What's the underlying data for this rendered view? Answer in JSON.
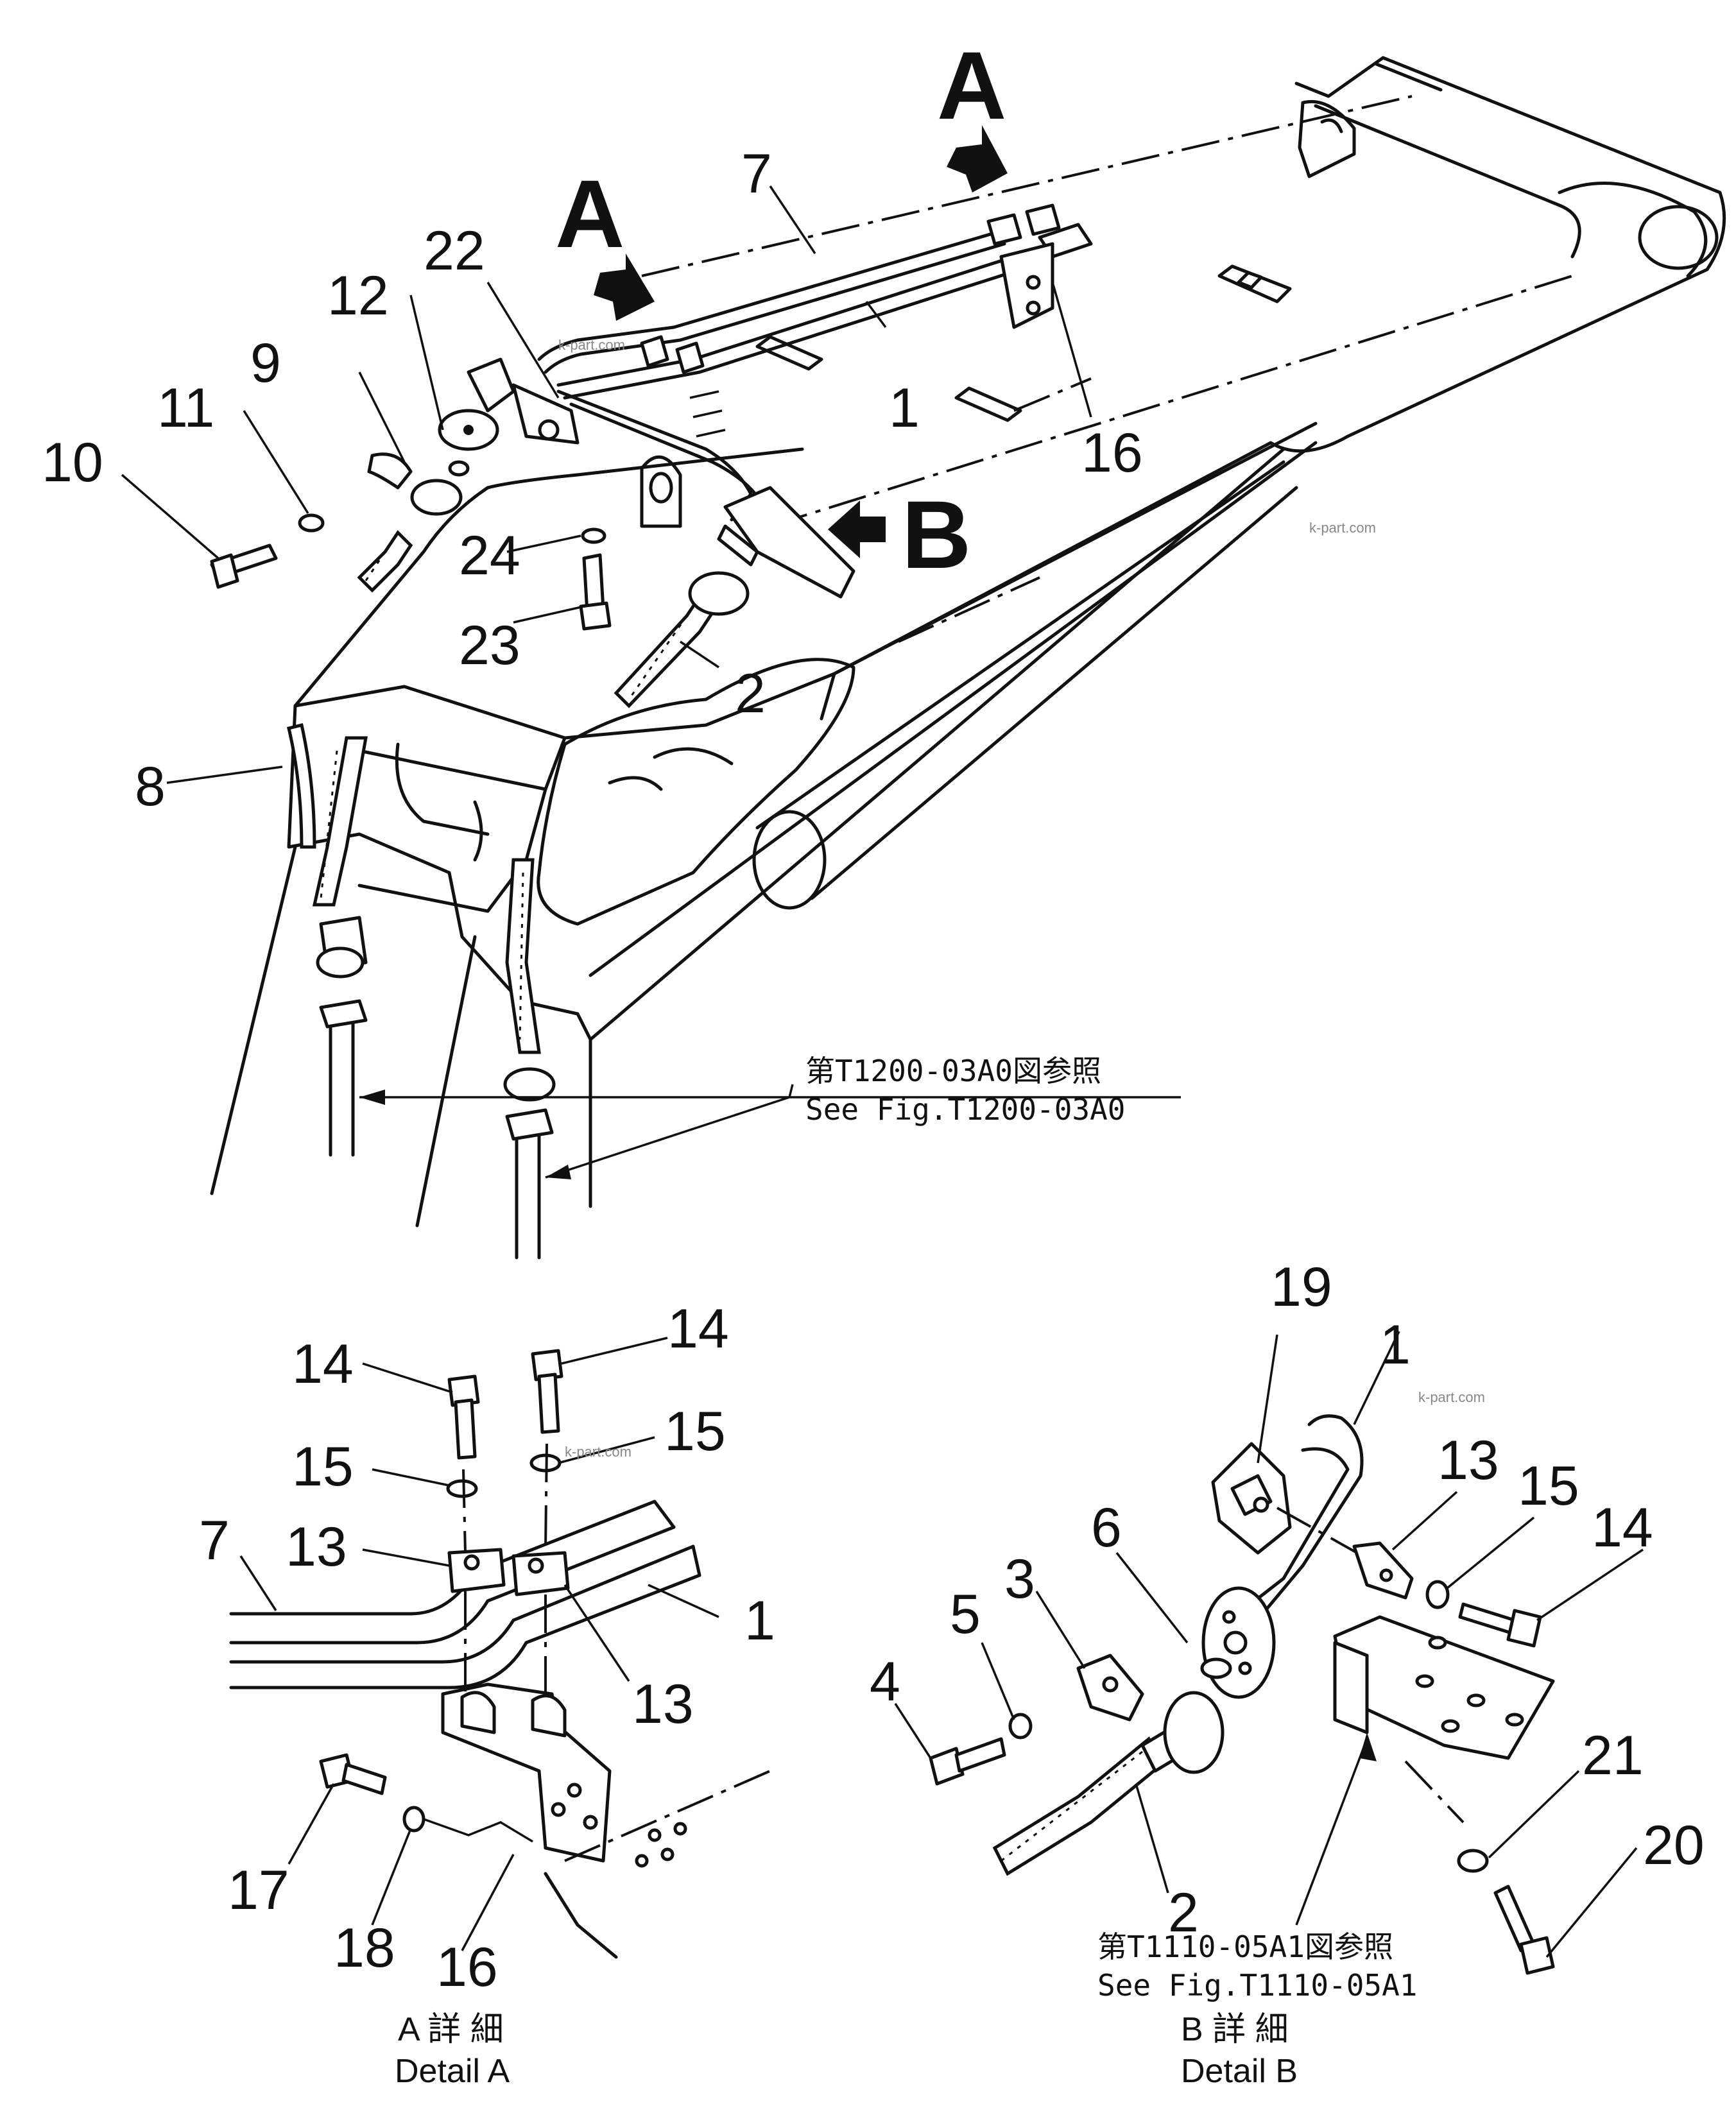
{
  "labels": {
    "n1": "1",
    "n2": "2",
    "n7": "7",
    "n8": "8",
    "n9": "9",
    "n10": "10",
    "n11": "11",
    "n12": "12",
    "n16": "16",
    "n22": "22",
    "n23": "23",
    "n24": "24",
    "dA_n1": "1",
    "dA_n7": "7",
    "dA_n13a": "13",
    "dA_n13b": "13",
    "dA_n14a": "14",
    "dA_n14b": "14",
    "dA_n15a": "15",
    "dA_n15b": "15",
    "dA_n16": "16",
    "dA_n17": "17",
    "dA_n18": "18",
    "dB_n1": "1",
    "dB_n2": "2",
    "dB_n3": "3",
    "dB_n4": "4",
    "dB_n5": "5",
    "dB_n6": "6",
    "dB_n13": "13",
    "dB_n14": "14",
    "dB_n15": "15",
    "dB_n19": "19",
    "dB_n20": "20",
    "dB_n21": "21"
  },
  "views": {
    "arrow_a1": "A",
    "arrow_a2": "A",
    "arrow_b": "B"
  },
  "references": {
    "main_jp": "第T1200-03A0図参照",
    "main_en": "See Fig.T1200-03A0",
    "detail_b_jp": "第T1110-05A1図参照",
    "detail_b_en": "See Fig.T1110-05A1"
  },
  "captions": {
    "detail_a_jp": "A 詳 細",
    "detail_a_en": "Detail A",
    "detail_b_jp": "B 詳 細",
    "detail_b_en": "Detail B"
  },
  "watermark": "k-part.com"
}
